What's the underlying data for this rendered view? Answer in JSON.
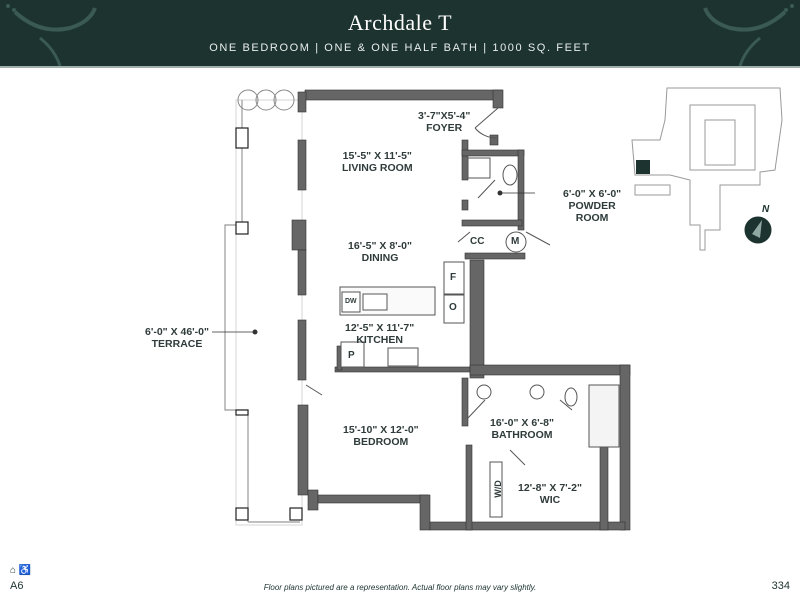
{
  "header": {
    "title": "Archdale T",
    "subtitle": "ONE BEDROOM  |  ONE & ONE HALF BATH  |  1000 SQ. FEET",
    "background": "#1c332f"
  },
  "rooms": {
    "foyer": {
      "dims": "3'-7\"X5'-4\"",
      "name": "FOYER"
    },
    "living": {
      "dims": "15'-5\" X 11'-5\"",
      "name": "LIVING ROOM"
    },
    "powder": {
      "dims": "6'-0\" X 6'-0\"",
      "name1": "POWDER",
      "name2": "ROOM"
    },
    "dining": {
      "dims": "16'-5\" X 8'-0\"",
      "name": "DINING"
    },
    "kitchen": {
      "dims": "12'-5\" X 11'-7\"",
      "name": "KITCHEN"
    },
    "terrace": {
      "dims": "6'-0\" X 46'-0\"",
      "name": "TERRACE"
    },
    "bedroom": {
      "dims": "15'-10\" X 12'-0\"",
      "name": "BEDROOM"
    },
    "bathroom": {
      "dims": "16'-0\" X 6'-8\"",
      "name": "BATHROOM"
    },
    "wic": {
      "dims": "12'-8\" X 7'-2\"",
      "name": "WIC"
    }
  },
  "fixtures": {
    "closet": "CC",
    "mechanical": "M",
    "fridge": "F",
    "oven": "O",
    "dishwasher": "DW",
    "pantry": "P",
    "washer_dryer": "W/D"
  },
  "compass": {
    "label": "N"
  },
  "footer": {
    "icons": "⌂ ♿",
    "unit_code": "A6",
    "disclaimer": "Floor plans pictured are a representation. Actual floor plans may vary slightly.",
    "page_number": "334"
  }
}
